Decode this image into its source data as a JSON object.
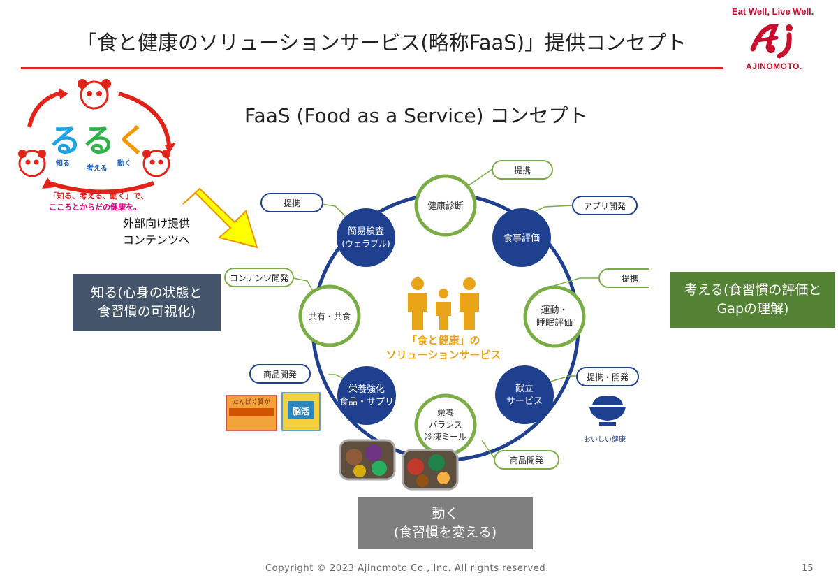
{
  "slide": {
    "title": "「食と健康のソリューションサービス(略称FaaS)」提供コンセプト",
    "concept_heading": "FaaS (Food as a Service) コンセプト",
    "page_number": "15",
    "copyright": "Copyright © 2023 Ajinomoto Co., Inc. All rights reserved."
  },
  "brand": {
    "tagline": "Eat Well, Live Well.",
    "logo_mark": "Aj",
    "name": "AJINOMOTO.",
    "red": "#e2231a"
  },
  "ruruku": {
    "logo_text": "るるく",
    "sub_know": "知る",
    "sub_think": "考える",
    "sub_act": "動く",
    "slogan_line1": "「知る、考える、動く」で、",
    "slogan_line2": "こころとからだの健康を。"
  },
  "outside_label": {
    "line1": "外部向け提供",
    "line2": "コンテンツへ"
  },
  "side_boxes": {
    "know_line1": "知る(心身の状態と",
    "know_line2": "食習慣の可視化)",
    "think_line1": "考える(食習慣の評価と",
    "think_line2": "Gapの理解)",
    "act_line1": "動く",
    "act_line2": "(食習慣を変える)"
  },
  "center": {
    "line1": "「食と健康」の",
    "line2": "ソリューションサービス",
    "color": "#e8a317"
  },
  "colors": {
    "navy": "#1f3f8f",
    "green": "#7aad45"
  },
  "nodes": {
    "health_check": "健康診断",
    "meal_eval": "食事評価",
    "exercise_sleep_1": "運動・",
    "exercise_sleep_2": "睡眠評価",
    "menu_1": "献立",
    "menu_2": "サービス",
    "frozen_1": "栄養",
    "frozen_2": "バランス",
    "frozen_3": "冷凍ミール",
    "fortified_1": "栄養強化",
    "fortified_2": "食品・サプリ",
    "shared_meal": "共有・共食",
    "simple_test_1": "簡易検査",
    "simple_test_2": "(ウェラブル)"
  },
  "tags": {
    "top": "提携",
    "top_right": "アプリ開発",
    "right": "提携",
    "bottom_right": "提携・開発",
    "bottom": "商品開発",
    "bottom_left": "商品開発",
    "left": "コンテンツ開発",
    "top_left": "提携"
  },
  "product": {
    "rice_caption": "おいしい健康",
    "box1_text": "たんぱく質が",
    "box2_text": "脳活"
  }
}
